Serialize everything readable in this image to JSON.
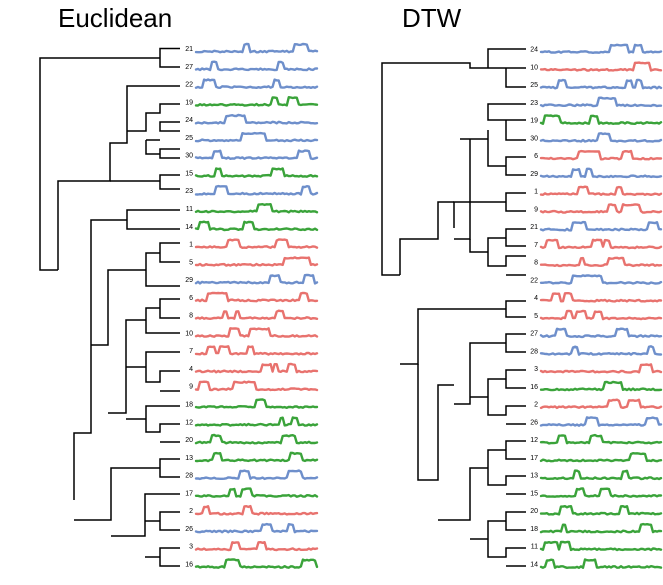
{
  "colors": {
    "blue": "#6e8fcb",
    "red": "#e8726e",
    "green": "#3aa33a"
  },
  "panels": [
    {
      "title": "Euclidean",
      "leaves": [
        {
          "label": "21",
          "color": "blue"
        },
        {
          "label": "27",
          "color": "blue"
        },
        {
          "label": "22",
          "color": "blue"
        },
        {
          "label": "19",
          "color": "green"
        },
        {
          "label": "24",
          "color": "blue"
        },
        {
          "label": "25",
          "color": "blue"
        },
        {
          "label": "30",
          "color": "blue"
        },
        {
          "label": "15",
          "color": "green"
        },
        {
          "label": "23",
          "color": "blue"
        },
        {
          "label": "11",
          "color": "green"
        },
        {
          "label": "14",
          "color": "green"
        },
        {
          "label": "1",
          "color": "red"
        },
        {
          "label": "5",
          "color": "red"
        },
        {
          "label": "29",
          "color": "blue"
        },
        {
          "label": "6",
          "color": "red"
        },
        {
          "label": "8",
          "color": "red"
        },
        {
          "label": "10",
          "color": "red"
        },
        {
          "label": "7",
          "color": "red"
        },
        {
          "label": "4",
          "color": "red"
        },
        {
          "label": "9",
          "color": "red"
        },
        {
          "label": "18",
          "color": "green"
        },
        {
          "label": "12",
          "color": "green"
        },
        {
          "label": "20",
          "color": "green"
        },
        {
          "label": "13",
          "color": "green"
        },
        {
          "label": "28",
          "color": "blue"
        },
        {
          "label": "17",
          "color": "green"
        },
        {
          "label": "2",
          "color": "red"
        },
        {
          "label": "26",
          "color": "blue"
        },
        {
          "label": "3",
          "color": "red"
        },
        {
          "label": "16",
          "color": "green"
        }
      ]
    },
    {
      "title": "DTW",
      "leaves": [
        {
          "label": "24",
          "color": "blue"
        },
        {
          "label": "10",
          "color": "red"
        },
        {
          "label": "25",
          "color": "blue"
        },
        {
          "label": "23",
          "color": "blue"
        },
        {
          "label": "19",
          "color": "green"
        },
        {
          "label": "30",
          "color": "blue"
        },
        {
          "label": "6",
          "color": "red"
        },
        {
          "label": "29",
          "color": "blue"
        },
        {
          "label": "1",
          "color": "red"
        },
        {
          "label": "9",
          "color": "red"
        },
        {
          "label": "21",
          "color": "blue"
        },
        {
          "label": "7",
          "color": "red"
        },
        {
          "label": "8",
          "color": "red"
        },
        {
          "label": "22",
          "color": "blue"
        },
        {
          "label": "4",
          "color": "red"
        },
        {
          "label": "5",
          "color": "red"
        },
        {
          "label": "27",
          "color": "blue"
        },
        {
          "label": "28",
          "color": "blue"
        },
        {
          "label": "3",
          "color": "red"
        },
        {
          "label": "16",
          "color": "green"
        },
        {
          "label": "2",
          "color": "red"
        },
        {
          "label": "26",
          "color": "blue"
        },
        {
          "label": "12",
          "color": "green"
        },
        {
          "label": "17",
          "color": "green"
        },
        {
          "label": "13",
          "color": "green"
        },
        {
          "label": "15",
          "color": "green"
        },
        {
          "label": "20",
          "color": "green"
        },
        {
          "label": "18",
          "color": "green"
        },
        {
          "label": "11",
          "color": "green"
        },
        {
          "label": "14",
          "color": "green"
        }
      ]
    }
  ]
}
